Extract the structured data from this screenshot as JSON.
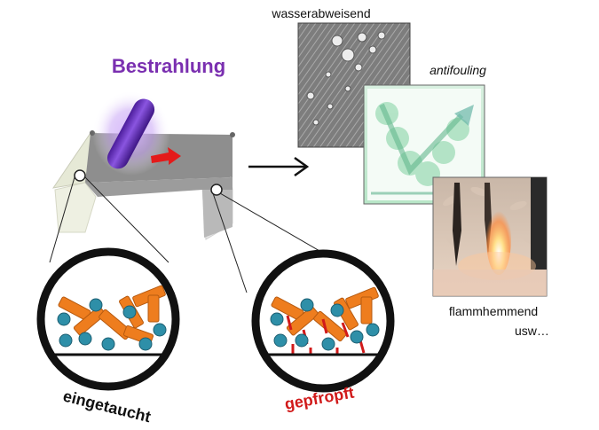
{
  "labels": {
    "irradiation": "Bestrahlung",
    "water_repellent": "wasserabweisend",
    "antifouling": "antifouling",
    "flame_retardant": "flammhemmend",
    "etc": "usw…",
    "immersed": "eingetaucht",
    "grafted": "gepfropft"
  },
  "colors": {
    "irradiation_text": "#7a2fb0",
    "uv_lamp": "#6a2fc0",
    "arrow_red": "#e41a1a",
    "fiber_orange": "#ee7d1e",
    "monomer_teal": "#2e8fa8",
    "graft_red": "#d11a1a",
    "sheet_dark": "#8c8c8c",
    "sheet_light": "#e7ead8"
  },
  "icons": [
    "uv-lamp-icon",
    "red-arrow-icon",
    "process-arrow-icon"
  ]
}
